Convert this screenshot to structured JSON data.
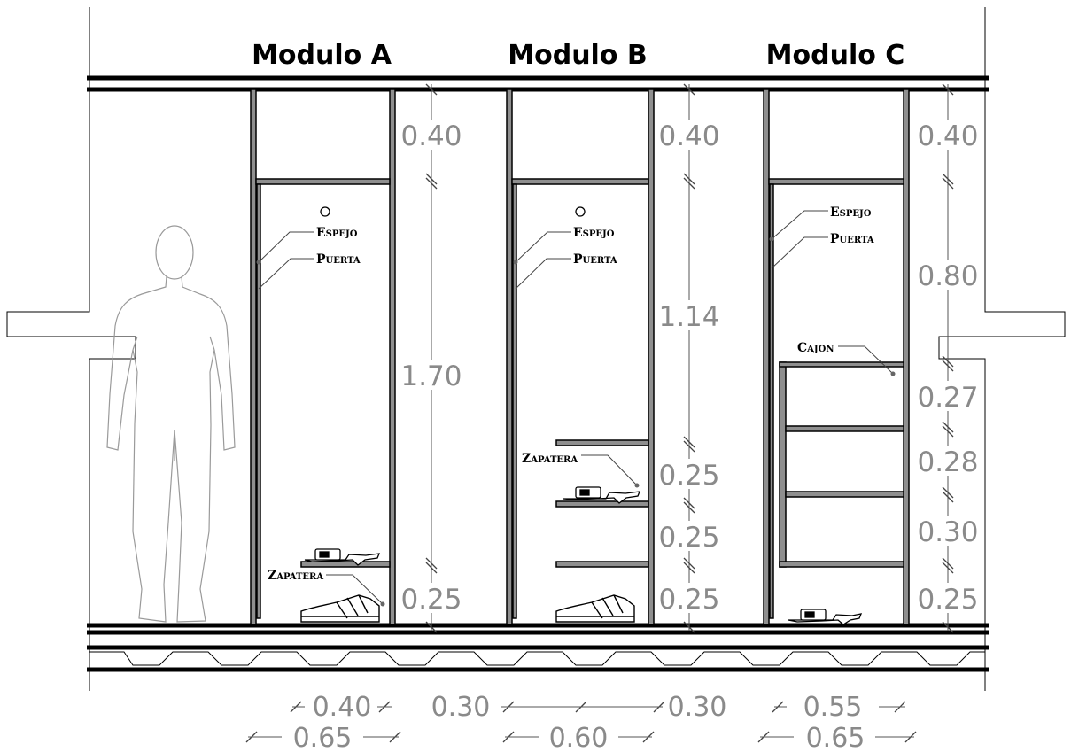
{
  "modules": [
    {
      "title": "Modulo A"
    },
    {
      "title": "Modulo B"
    },
    {
      "title": "Modulo C"
    }
  ],
  "vertical_dims": {
    "a": [
      "0.40",
      "1.70",
      "0.25"
    ],
    "b": [
      "0.40",
      "1.14",
      "0.25",
      "0.25",
      "0.25"
    ],
    "c": [
      "0.40",
      "0.80",
      "0.27",
      "0.28",
      "0.30",
      "0.25"
    ]
  },
  "horizontal_dims": {
    "row1": [
      "0.40",
      "0.30",
      "0.30",
      "0.55"
    ],
    "row2": [
      "0.65",
      "0.60",
      "0.65"
    ]
  },
  "labels": {
    "espejo": "Espejo",
    "puerta": "Puerta",
    "zapatera": "Zapatera",
    "cajon": "Cajon"
  }
}
